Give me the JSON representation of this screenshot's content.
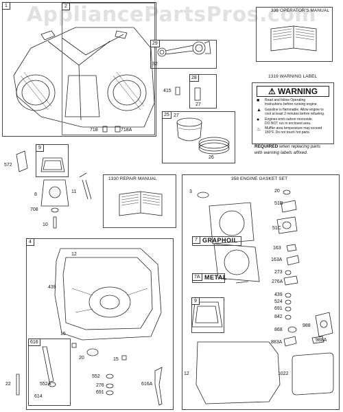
{
  "watermark": "AppliancePartsPros.com",
  "boxes": {
    "b1": "1",
    "b2": "2",
    "b29": "29",
    "b28": "28",
    "b25": "25",
    "b9a": "9",
    "b4": "4",
    "b616": "616",
    "b7": "7",
    "b7a": "7A",
    "b9b": "9"
  },
  "manuals": {
    "operators": "336 OPERATOR'S MANUAL",
    "repair": "1330 REPAIR MANUAL",
    "gasket_set": "358 ENGINE GASKET SET"
  },
  "warning": {
    "title": "1319 WARNING LABEL",
    "head": "WARNING",
    "lines": [
      "Read and follow Operating",
      "Instructions before running engine.",
      "Gasoline is flammable. Allow engine to",
      "cool at least 2 minutes before refueling.",
      "Engines emit carbon monoxide.",
      "DO NOT run in enclosed area.",
      "Muffler area temperature may exceed",
      "150°F. Do not touch hot parts."
    ],
    "required_bold": "REQUIRED",
    "required_rest": " when replacing parts",
    "required_line2": "with warning labels affixed."
  },
  "words": {
    "graphoil": "GRAPHOIL",
    "metal": "METAL"
  },
  "labels": {
    "l32": "32",
    "l415": "415",
    "l27a": "27",
    "l27b": "27",
    "l26": "26",
    "l718": "718",
    "l718a": "718A",
    "l572": "572",
    "l11": "11",
    "l8": "8",
    "l708": "708",
    "l10": "10",
    "l12a": "12",
    "l439a": "439",
    "l15a": "15",
    "l20a": "20",
    "l15b": "15",
    "l552a": "552A",
    "l614": "614",
    "l22": "22",
    "l552": "552",
    "l276a": "276",
    "l691a": "691",
    "l616a": "616A",
    "l3": "3",
    "l20b": "20",
    "l51b": "51B",
    "l51c": "51C",
    "l163": "163",
    "l163a": "163A",
    "l273": "273",
    "l276b": "276A",
    "l439b": "439",
    "l524": "524",
    "l691b": "691",
    "l842": "842",
    "l868": "868",
    "l883a": "883A",
    "l988": "988",
    "l988a": "988A",
    "l12b": "12",
    "l1022": "1022"
  }
}
